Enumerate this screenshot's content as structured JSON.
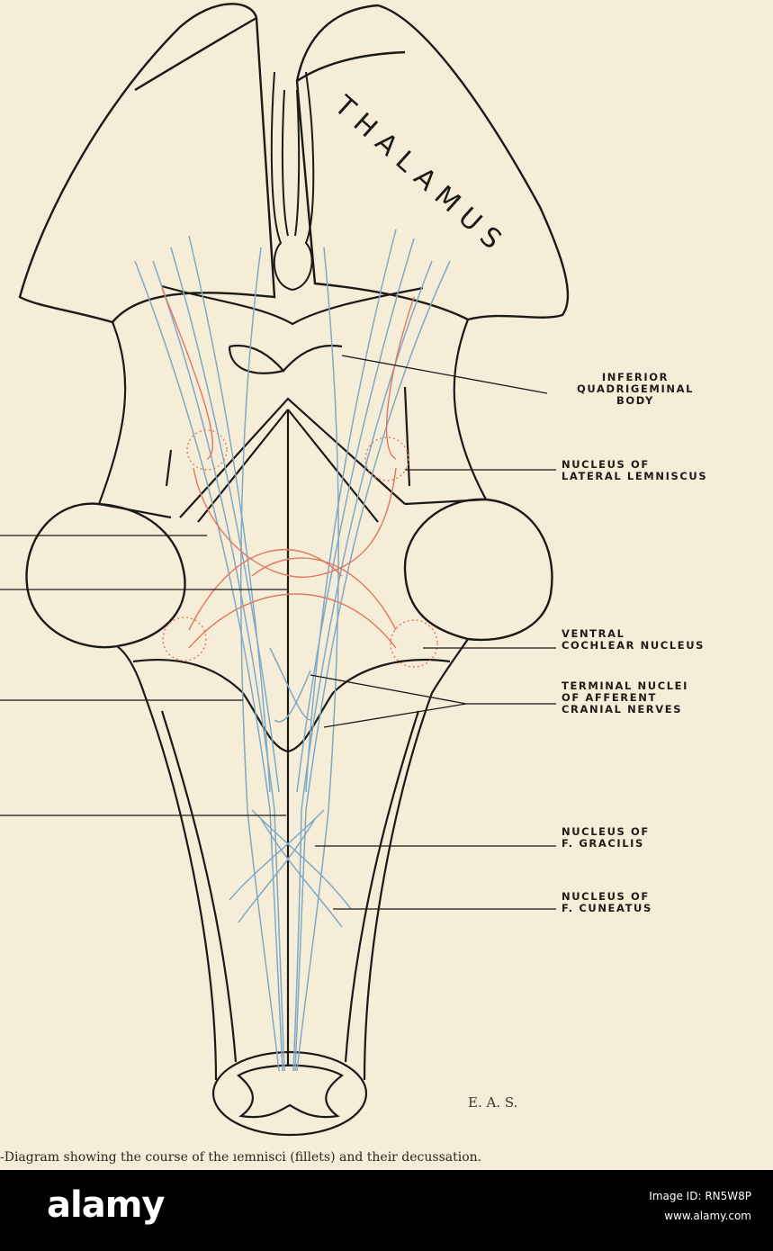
{
  "diagram": {
    "region_label": "THALAMUS",
    "labels": {
      "inferior_quadrigeminal": [
        "INFERIOR",
        "QUADRIGEMINAL",
        "BODY"
      ],
      "nucleus_lateral_lemniscus": [
        "NUCLEUS OF",
        "LATERAL LEMNISCUS"
      ],
      "ventral_cochlear": [
        "VENTRAL",
        "COCHLEAR NUCLEUS"
      ],
      "terminal_nuclei": [
        "TERMINAL NUCLEI",
        "OF AFFERENT",
        "CRANIAL NERVES"
      ],
      "nucleus_gracilis": [
        "NUCLEUS OF",
        "F. GRACILIS"
      ],
      "nucleus_cuneatus": [
        "NUCLEUS OF",
        "F. CUNEATUS"
      ]
    },
    "signature": "E. A. S.",
    "caption": "-Diagram showing the course of the ıemnisci (fillets) and their decussation.",
    "colors": {
      "outline": "#1c1a17",
      "sensory": "#7fa9c4",
      "auditory": "#e0785f",
      "paper": "#f5edd8"
    }
  },
  "footer": {
    "brand": "alamy",
    "image_id_line": "Image ID: RN5W8P",
    "site": "www.alamy.com"
  }
}
